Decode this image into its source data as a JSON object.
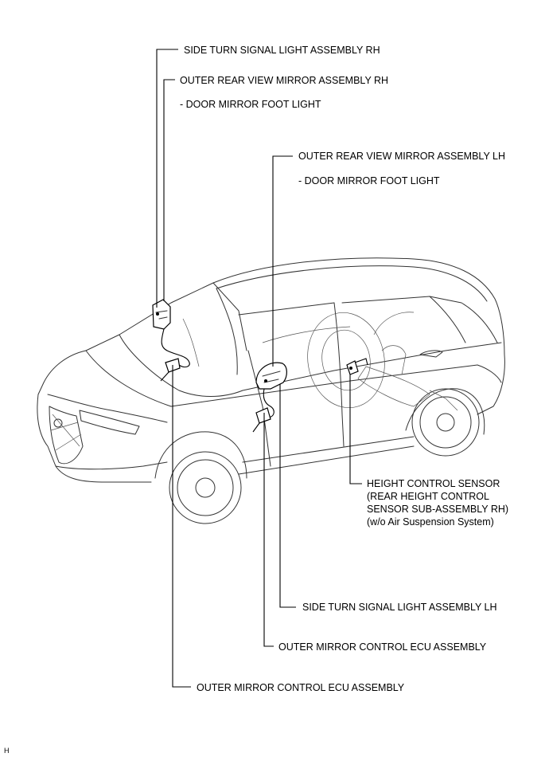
{
  "labels": {
    "side_turn_rh": "SIDE TURN SIGNAL LIGHT ASSEMBLY RH",
    "mirror_rh": "OUTER REAR VIEW MIRROR ASSEMBLY RH",
    "foot_light_rh": "- DOOR MIRROR FOOT LIGHT",
    "mirror_lh": "OUTER REAR VIEW MIRROR ASSEMBLY LH",
    "foot_light_lh": "- DOOR MIRROR FOOT LIGHT",
    "height_sensor": {
      "line1": "HEIGHT CONTROL SENSOR",
      "line2": "(REAR HEIGHT CONTROL",
      "line3": "SENSOR SUB-ASSEMBLY RH)",
      "line4": "(w/o Air Suspension System)"
    },
    "side_turn_lh": "SIDE TURN SIGNAL LIGHT ASSEMBLY LH",
    "ecu_lh": "OUTER MIRROR CONTROL ECU ASSEMBLY",
    "ecu_rh": "OUTER MIRROR CONTROL ECU ASSEMBLY"
  },
  "corner_mark": "H"
}
